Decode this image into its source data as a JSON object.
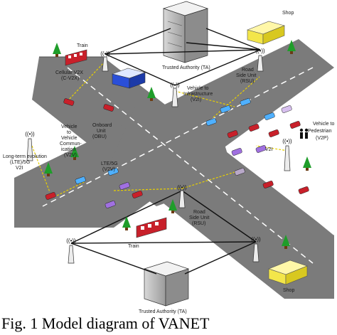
{
  "labels": {
    "train_top": "Train",
    "shop_top": "Shop",
    "cellular_line1": "Cellular V2X",
    "cellular_line2": "(C-V2X)",
    "ta_top": "Trusted Authority (TA)",
    "rsu_top_line1": "Road",
    "rsu_top_line2": "Side Unit",
    "rsu_top_line3": "(RSU)",
    "v2i_line1": "Vehicle to",
    "v2i_line2": "Infrastructure",
    "v2i_line3": "(V2I)",
    "v2p_line1": "Vehicle to",
    "v2p_line2": "Pedestrian",
    "v2p_line3": "(V2P)",
    "v2i_small": "V2I",
    "lte_left_line1": "Long-term evolution",
    "lte_left_line2": "(LTE)/5G",
    "lte_left_line3": "V2I",
    "v2v_line1": "Vehicle",
    "v2v_line2": "to",
    "v2v_line3": "Vehicle",
    "v2v_line4": "Commun-",
    "v2v_line5": "ication",
    "v2v_line6": "(V2V)",
    "obu_line1": "Onboard",
    "obu_line2": "Unit",
    "obu_line3": "(OBU)",
    "lte_mid_line1": "LTE/5G",
    "lte_mid_line2": "(V2V)",
    "rsu_bottom_line1": "Road",
    "rsu_bottom_line2": "Side Unit",
    "rsu_bottom_line3": "(RSU)",
    "train_bottom": "Train",
    "ta_bottom": "Trusted Authority (TA)",
    "shop_bottom": "Shop"
  },
  "caption": "Fig. 1 Model diagram of VANET"
}
